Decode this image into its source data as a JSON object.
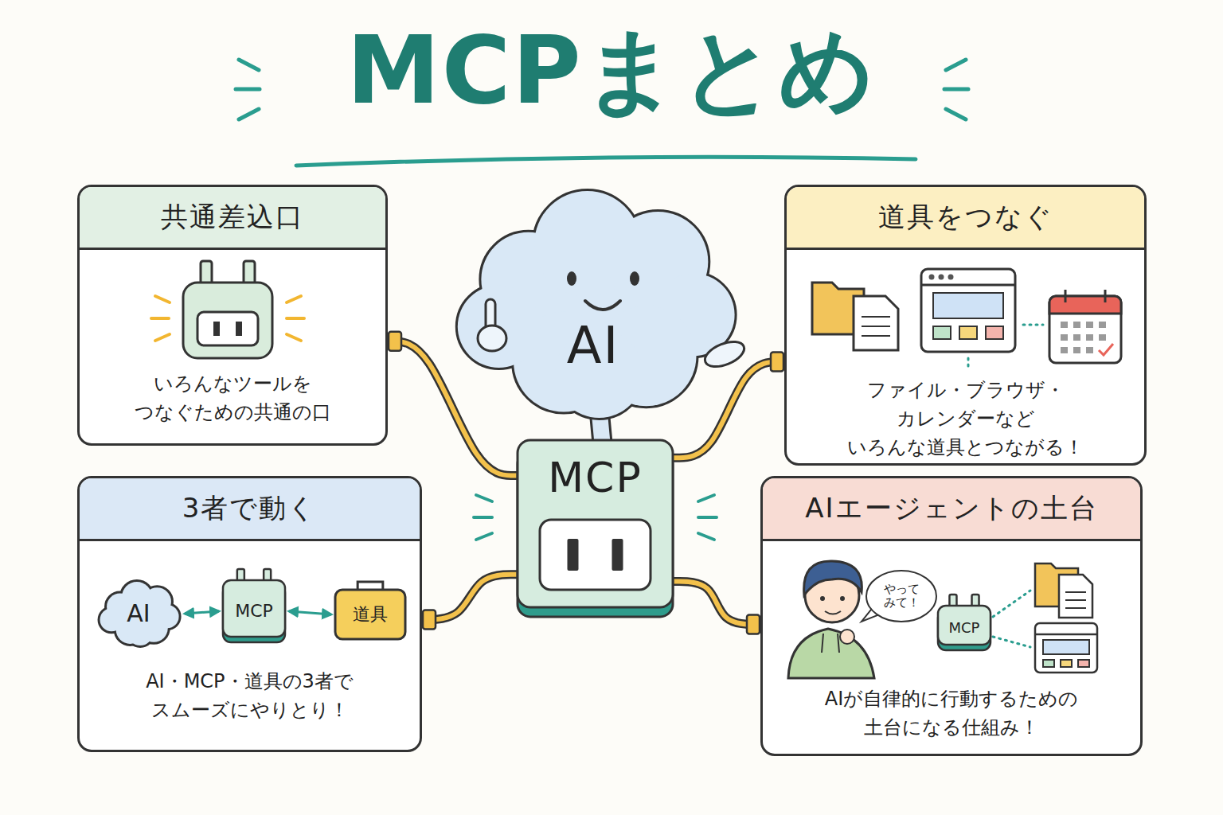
{
  "diagram": {
    "title": "MCPまとめ",
    "nodes": [
      {
        "text": [
          "共通差込口",
          "いろんなツールを つなぐための共通の口"
        ]
      },
      {
        "text": [
          "AI"
        ]
      },
      {
        "text": [
          "道具をつなぐ",
          "ファイル・ブラウザ・カレンダーなど いろんな道具とつながる！"
        ]
      },
      {
        "text": [
          "MCP"
        ]
      },
      {
        "text": [
          "3者で動く",
          "AI・MCP・道具の3者で スムーズにやりとり！"
        ]
      },
      {
        "text": [
          "AI"
        ],
        "in": 4
      },
      {
        "text": [
          "MCP"
        ],
        "in": 4
      },
      {
        "text": [
          "道具"
        ],
        "in": 4
      },
      {
        "text": [
          "AIエージェントの土台",
          "AIが自律的に行動するための 土台になる仕組み！"
        ]
      },
      {
        "text": [
          "やって みて！"
        ],
        "in": 8
      },
      {
        "text": [
          "MCP"
        ],
        "in": 8
      }
    ],
    "edges": [
      {
        "from": 3,
        "to": 0,
        "arrow": "none"
      },
      {
        "from": 1,
        "to": 3,
        "arrow": "none"
      },
      {
        "from": 3,
        "to": 2,
        "arrow": "none"
      },
      {
        "from": 3,
        "to": 4,
        "arrow": "none"
      },
      {
        "from": 3,
        "to": 8,
        "arrow": "none"
      },
      {
        "from": 5,
        "to": 6,
        "arrow": "both"
      },
      {
        "from": 6,
        "to": 7,
        "arrow": "both"
      }
    ]
  }
}
